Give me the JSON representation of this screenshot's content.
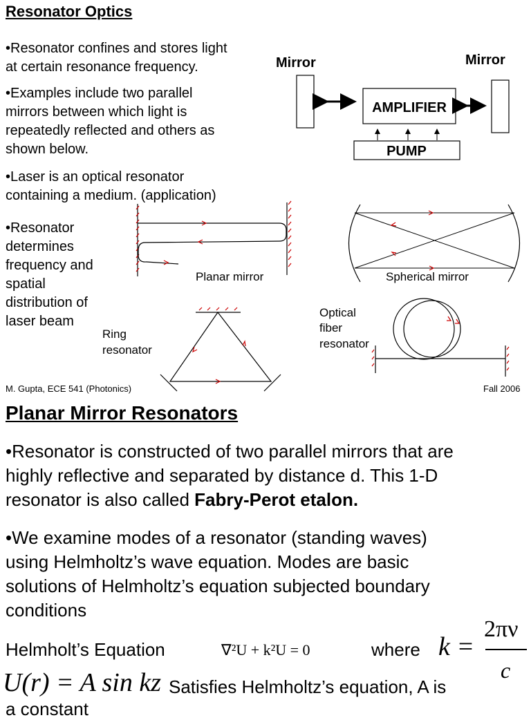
{
  "slide1": {
    "title": "Resonator Optics",
    "bullet1": [
      "•Resonator confines and stores light",
      "at certain resonance frequency."
    ],
    "bullet2": [
      "•Examples include two parallel",
      "mirrors between which light is",
      "repeatedly reflected and others as",
      "shown below."
    ],
    "bullet3": [
      "•Laser is an optical resonator",
      "containing a medium. (application)"
    ],
    "bullet4": [
      "•Resonator",
      "determines",
      "frequency and",
      "spatial",
      "distribution of",
      "laser beam"
    ],
    "laser_diagram": {
      "mirror_left": "Mirror",
      "mirror_right": "Mirror",
      "amplifier": "AMPLIFIER",
      "pump": "PUMP"
    },
    "labels": {
      "planar": "Planar mirror",
      "spherical": "Spherical mirror",
      "ring": [
        "Ring",
        "resonator"
      ],
      "fiber": [
        "Optical",
        "fiber",
        "resonator"
      ]
    },
    "footer_left": "M. Gupta, ECE 541 (Photonics)",
    "footer_right": "Fall 2006"
  },
  "slide2": {
    "title": "Planar Mirror Resonators",
    "para1_line1": "•Resonator is constructed of two parallel mirrors that are",
    "para1_line2": "highly reflective and separated by distance d. This 1-D",
    "para1_line3": "resonator is also called ",
    "para1_bold": "Fabry-Perot etalon.",
    "para2": [
      "•We examine modes of a resonator (standing waves)",
      "using Helmholtz’s wave equation. Modes are basic",
      "solutions of Helmholtz’s equation subjected boundary",
      "conditions"
    ],
    "helm_label": "Helmholt’s Equation",
    "helm_equation": "∇²U + k²U = 0",
    "where": "where",
    "k_formula": {
      "lhs": "k =",
      "num": "2πν",
      "den": "c"
    },
    "solution": "U(r) = A sin kz",
    "solution_text": "Satisfies Helmholtz’s equation, A is",
    "constant": "a constant"
  }
}
